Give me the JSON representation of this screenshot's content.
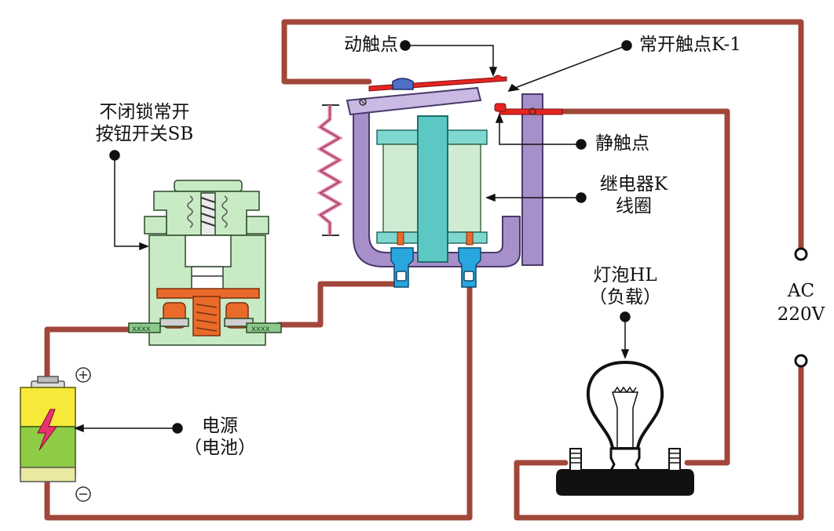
{
  "labels": {
    "moving_contact": "动触点",
    "no_contact": "常开触点K-1",
    "button_line1": "不闭锁常开",
    "button_line2": "按钮开关SB",
    "static_contact": "静触点",
    "relay_line1": "继电器K",
    "relay_line2": "线圈",
    "bulb_line1": "灯泡HL",
    "bulb_line2": "（负载）",
    "ac_line1": "AC",
    "ac_line2": "220V",
    "power_line1": "电源",
    "power_line2": "（电池）"
  },
  "colors": {
    "wire": "#a0473a",
    "relay_frame": "#a78fc9",
    "coil_body": "#cfecd2",
    "core": "#5cc8c4",
    "terminal": "#29a6dd",
    "spring": "#e58ab0",
    "contact_red": "#e52521",
    "button_body": "#c8eac4",
    "orange_part": "#e96a2a",
    "battery_top": "#f6e93a",
    "battery_bottom": "#8fcc45",
    "lightning": "#e8336e",
    "bulb_base": "#111111"
  },
  "icons": {
    "battery_plus": "plus-circle-icon",
    "battery_minus": "minus-circle-icon",
    "lightning": "lightning-icon"
  }
}
